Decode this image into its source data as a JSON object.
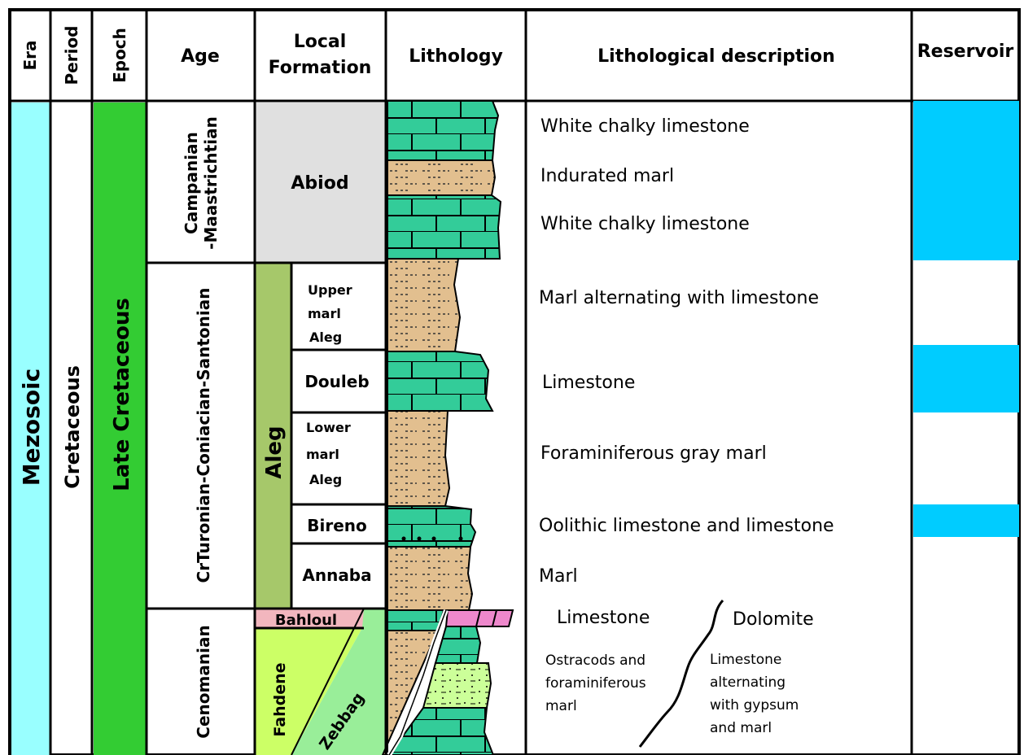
{
  "headers": {
    "era": "Era",
    "period": "Period",
    "epoch": "Epoch",
    "age": "Age",
    "local_formation_line1": "Local",
    "local_formation_line2": "Formation",
    "lithology": "Lithology",
    "lithological_description": "Lithological description",
    "reservoir": "Reservoir"
  },
  "era": "Mezosoic",
  "period": "Cretaceous",
  "epoch": "Late Cretaceous",
  "ages": {
    "campanian_line1": "Campanian",
    "campanian_line2": "-Maastrichtian",
    "turonian": "CrTuronian-Coniacian-Santonian",
    "cenomanian": "Cenomanian"
  },
  "formations": {
    "abiod": "Abiod",
    "aleg": "Aleg",
    "upper_marl_line1": "Upper",
    "upper_marl_line2": "marl",
    "upper_marl_line3": "Aleg",
    "douleb": "Douleb",
    "lower_marl_line1": "Lower",
    "lower_marl_line2": "marl",
    "lower_marl_line3": "Aleg",
    "bireno": "Bireno",
    "annaba": "Annaba",
    "bahloul": "Bahloul",
    "fahdene": "Fahdene",
    "zebbag": "Zebbag"
  },
  "descriptions": {
    "d1": "White chalky limestone",
    "d2": "Indurated marl",
    "d3": "White chalky limestone",
    "d4": "Marl alternating with limestone",
    "d5": "Limestone",
    "d6": "Foraminiferous gray marl",
    "d7": "Oolithic limestone and limestone",
    "d8": "Marl",
    "limestone_label": "Limestone",
    "dolomite_label": "Dolomite",
    "left_note_line1": "Ostracods and",
    "left_note_line2": "foraminiferous",
    "left_note_line3": "marl",
    "right_note_line1": "Limestone",
    "right_note_line2": "alternating",
    "right_note_line3": "with gypsum",
    "right_note_line4": "and marl"
  },
  "colors": {
    "era": "#99FFFF",
    "epoch": "#33CC33",
    "aleg": "#A6C86A",
    "abiod": "#E0E0E0",
    "bahloul": "#F2B6BE",
    "fahdene": "#CCFF66",
    "zebbag": "#99EE99",
    "limestone": "#33CC99",
    "marl": "#E2BF8F",
    "pink_limestone": "#EE88CC",
    "reservoir": "#00CCFF"
  }
}
